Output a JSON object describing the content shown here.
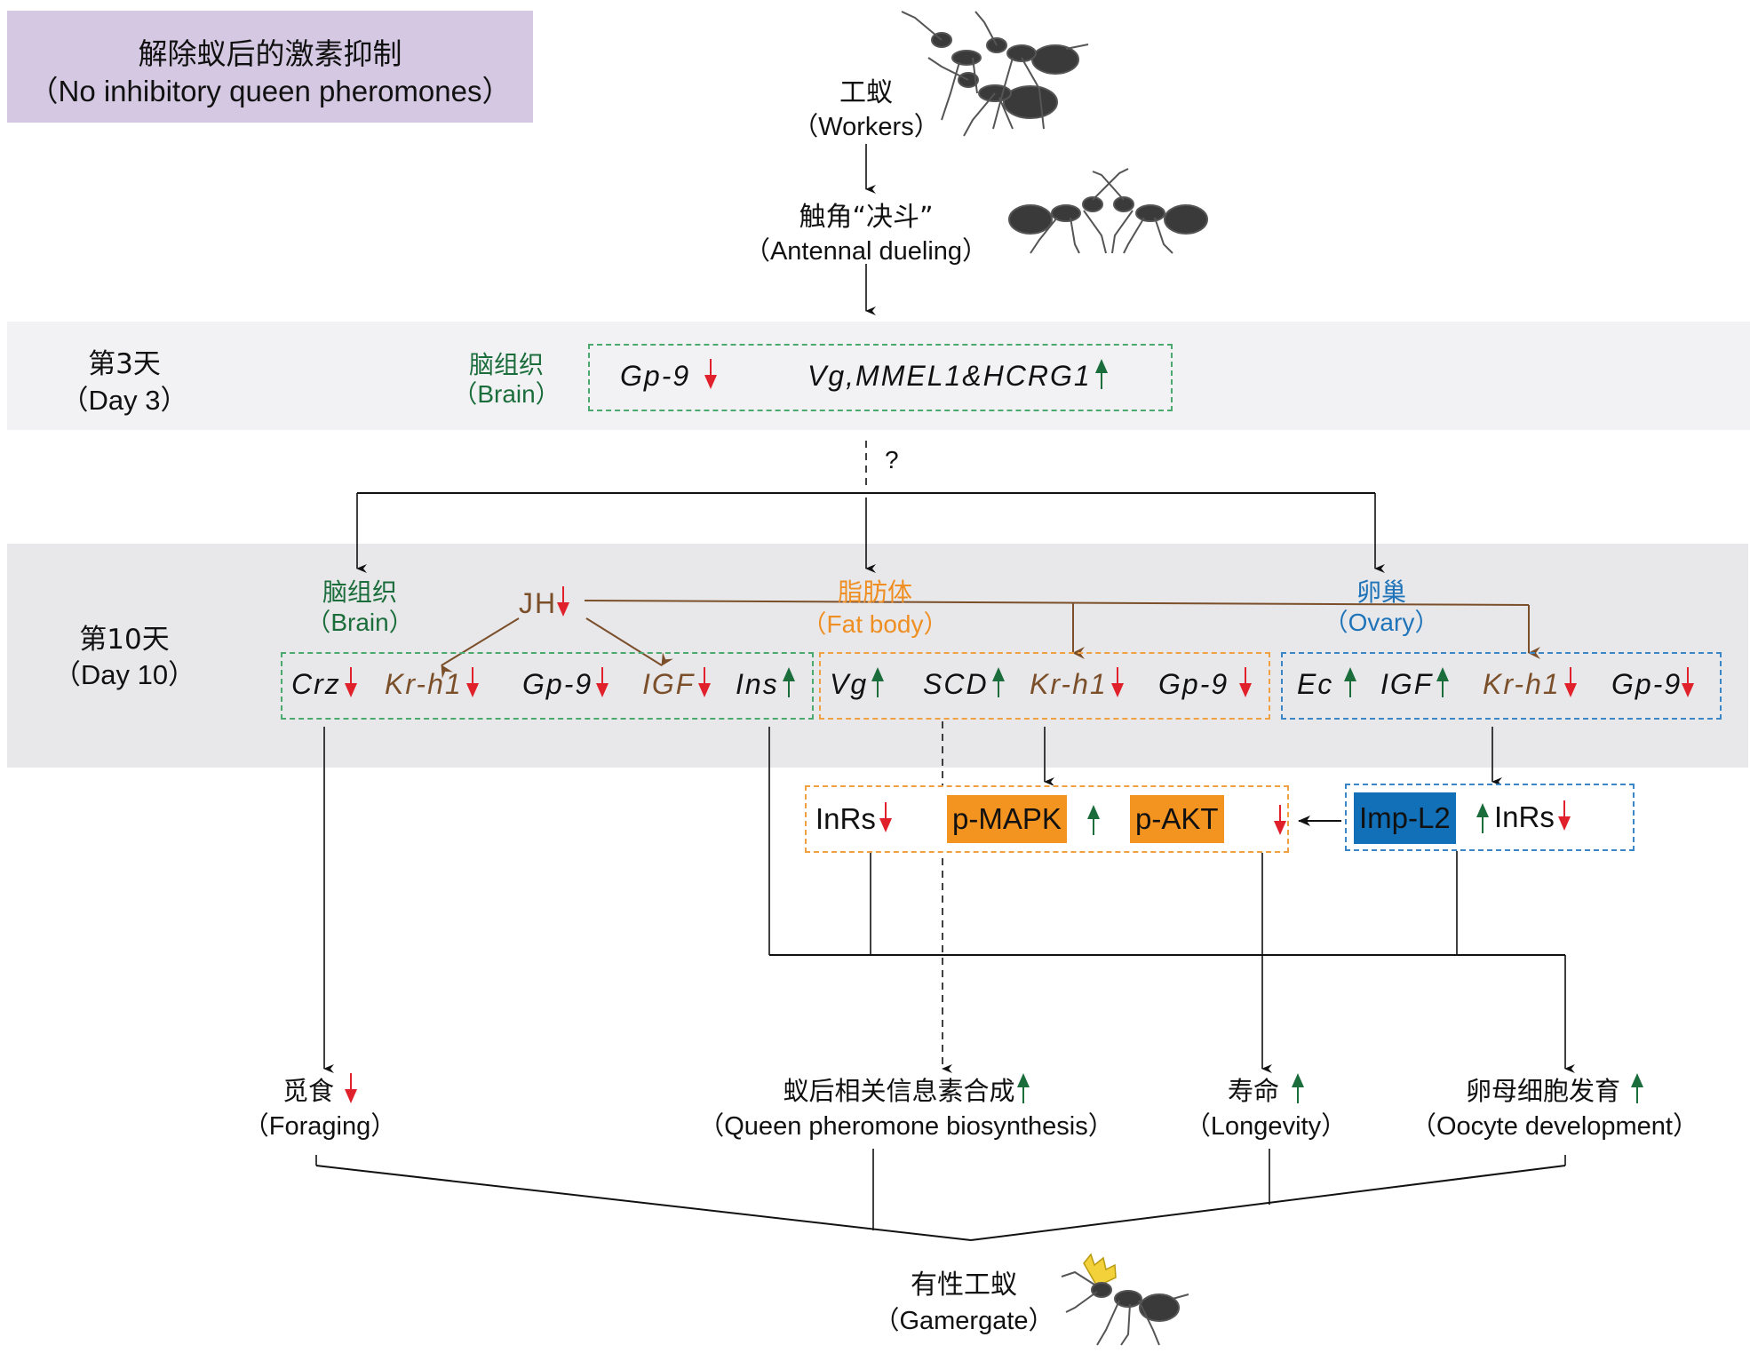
{
  "header": {
    "title_zh": "解除蚁后的激素抑制",
    "title_en": "（No inhibitory queen pheromones）"
  },
  "top_flow": {
    "workers_zh": "工蚁",
    "workers_en": "（Workers）",
    "dueling_zh": "触角“决斗”",
    "dueling_en": "（Antennal dueling）",
    "workers_image": "ant-group-illustration",
    "dueling_image": "antennal-dueling-ants-illustration"
  },
  "day3": {
    "label_zh": "第3天",
    "label_en": "（Day 3）",
    "tissue_zh": "脑组织",
    "tissue_en": "（Brain）",
    "genes": [
      {
        "name": "Gp-9",
        "direction": "down"
      },
      {
        "name": "Vg,MMEL1&HCRG1",
        "direction": "up"
      }
    ],
    "unknown_link": "?"
  },
  "day10": {
    "label_zh": "第10天",
    "label_en": "（Day 10）",
    "jh": {
      "name": "JH",
      "direction": "down"
    },
    "tissues": [
      {
        "id": "brain",
        "name_zh": "脑组织",
        "name_en": "（Brain）",
        "genes": [
          {
            "name": "Crz",
            "direction": "down",
            "jh_target": false
          },
          {
            "name": "Kr-h1",
            "direction": "down",
            "jh_target": true
          },
          {
            "name": "Gp-9",
            "direction": "down",
            "jh_target": false
          },
          {
            "name": "IGF",
            "direction": "down",
            "jh_target": true
          },
          {
            "name": "Ins",
            "direction": "up",
            "jh_target": false
          }
        ]
      },
      {
        "id": "fat-body",
        "name_zh": "脂肪体",
        "name_en": "（Fat body）",
        "genes": [
          {
            "name": "Vg",
            "direction": "up",
            "jh_target": false
          },
          {
            "name": "SCD",
            "direction": "up",
            "jh_target": false
          },
          {
            "name": "Kr-h1",
            "direction": "down",
            "jh_target": true
          },
          {
            "name": "Gp-9",
            "direction": "down",
            "jh_target": false
          }
        ]
      },
      {
        "id": "ovary",
        "name_zh": "卵巢",
        "name_en": "（Ovary）",
        "genes": [
          {
            "name": "Ec",
            "direction": "up",
            "jh_target": false
          },
          {
            "name": "IGF",
            "direction": "up",
            "jh_target": false
          },
          {
            "name": "Kr-h1",
            "direction": "down",
            "jh_target": true
          },
          {
            "name": "Gp-9",
            "direction": "down",
            "jh_target": false
          }
        ]
      }
    ]
  },
  "signaling": {
    "fat_body": [
      {
        "name": "InRs",
        "direction": "down",
        "highlight": false
      },
      {
        "name": "p-MAPK",
        "direction": "up",
        "highlight": true
      },
      {
        "name": "p-AKT",
        "direction": "down",
        "highlight": true
      }
    ],
    "ovary": [
      {
        "name": "Imp-L2",
        "direction": "up",
        "highlight": true
      },
      {
        "name": "InRs",
        "direction": "down",
        "highlight": false
      }
    ]
  },
  "outcomes": [
    {
      "zh": "觅食",
      "en": "（Foraging）",
      "direction": "down"
    },
    {
      "zh": "蚁后相关信息素合成",
      "en": "（Queen pheromone biosynthesis）",
      "direction": "up"
    },
    {
      "zh": "寿命",
      "en": "（Longevity）",
      "direction": "up"
    },
    {
      "zh": "卵母细胞发育",
      "en": "（Oocyte development）",
      "direction": "up"
    }
  ],
  "result": {
    "zh": "有性工蚁",
    "en": "（Gamergate）",
    "image": "crowned-ant-illustration"
  },
  "colors": {
    "title_bg": "#d4c8e2",
    "day3_band": "#f2f2f4",
    "day10_band": "#e8e8ea",
    "up_arrow": "#1b6d3b",
    "down_arrow": "#e0202a",
    "brain": "#1b6d3b",
    "fat_body": "#ef8f23",
    "ovary": "#1f74b9",
    "jh": "#7b4f2a",
    "highlight_orange": "#f39320",
    "highlight_blue": "#1170b8"
  }
}
